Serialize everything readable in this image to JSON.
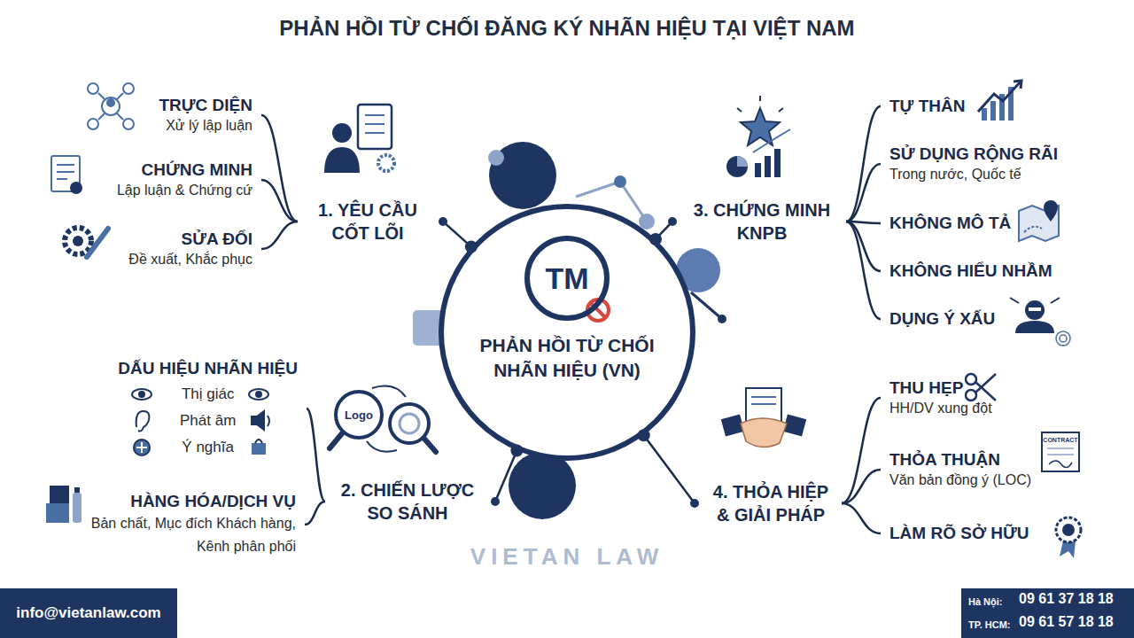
{
  "diagram": {
    "title": "PHẢN HỒI TỪ CHỐI ĐĂNG KÝ NHÃN HIỆU TẠI VIỆT NAM",
    "nodes": [
      {
        "text": [
          "TM",
          "PHẢN HỒI TỪ CHỐI NHÃN HIỆU (VN)"
        ]
      },
      {
        "text": [
          "1. YÊU CẦU CỐT LÕI"
        ]
      },
      {
        "text": [
          "TRỰC DIỆN",
          "Xử lý lập luận"
        ]
      },
      {
        "text": [
          "CHỨNG MINH",
          "Lập luận & Chứng cứ"
        ]
      },
      {
        "text": [
          "SỬA ĐỔI",
          "Đề xuất, Khắc phục"
        ]
      },
      {
        "text": [
          "2. CHIẾN LƯỢC SO SÁNH"
        ]
      },
      {
        "text": [
          "DẤU HIỆU NHÃN HIỆU",
          "Thị giác",
          "Phát âm",
          "Ý nghĩa"
        ]
      },
      {
        "text": [
          "HÀNG HÓA/DỊCH VỤ",
          "Bản chất, Mục đích Khách hàng, Kênh phân phối"
        ]
      },
      {
        "text": [
          "3. CHỨNG MINH KNPB"
        ]
      },
      {
        "text": [
          "TỰ THÂN"
        ]
      },
      {
        "text": [
          "SỬ DỤNG RỘNG RÃI",
          "Trong nước, Quốc tế"
        ]
      },
      {
        "text": [
          "KHÔNG MÔ TẢ"
        ]
      },
      {
        "text": [
          "KHÔNG HIỂU NHẦM"
        ]
      },
      {
        "text": [
          "DỤNG Ý XẤU"
        ]
      },
      {
        "text": [
          "4. THỎA HIỆP & GIẢI PHÁP"
        ]
      },
      {
        "text": [
          "THU HẸP",
          "HH/DV xung đột"
        ]
      },
      {
        "text": [
          "THỎA THUẬN",
          "Văn bản đồng ý (LOC)"
        ]
      },
      {
        "text": [
          "LÀM RÕ SỞ HỮU"
        ]
      }
    ],
    "edges": [
      {
        "from": 0,
        "to": 1,
        "arrow": "none"
      },
      {
        "from": 1,
        "to": 2,
        "arrow": "none"
      },
      {
        "from": 1,
        "to": 3,
        "arrow": "none"
      },
      {
        "from": 1,
        "to": 4,
        "arrow": "none"
      },
      {
        "from": 0,
        "to": 5,
        "arrow": "none"
      },
      {
        "from": 5,
        "to": 6,
        "arrow": "none"
      },
      {
        "from": 5,
        "to": 7,
        "arrow": "none"
      },
      {
        "from": 0,
        "to": 8,
        "arrow": "none"
      },
      {
        "from": 8,
        "to": 9,
        "arrow": "none"
      },
      {
        "from": 8,
        "to": 10,
        "arrow": "none"
      },
      {
        "from": 8,
        "to": 11,
        "arrow": "none"
      },
      {
        "from": 8,
        "to": 12,
        "arrow": "none"
      },
      {
        "from": 8,
        "to": 13,
        "arrow": "none"
      },
      {
        "from": 0,
        "to": 14,
        "arrow": "none"
      },
      {
        "from": 14,
        "to": 15,
        "arrow": "none"
      },
      {
        "from": 14,
        "to": 16,
        "arrow": "none"
      },
      {
        "from": 14,
        "to": 17,
        "arrow": "none"
      }
    ],
    "labels": [
      "Logo",
      "CONTRACT",
      "VIETAN LAW",
      "info@vietanlaw.com",
      "Hà Nội:",
      "09 61 37 18 18",
      "TP. HCM:",
      "09 61 57 18 18"
    ]
  }
}
